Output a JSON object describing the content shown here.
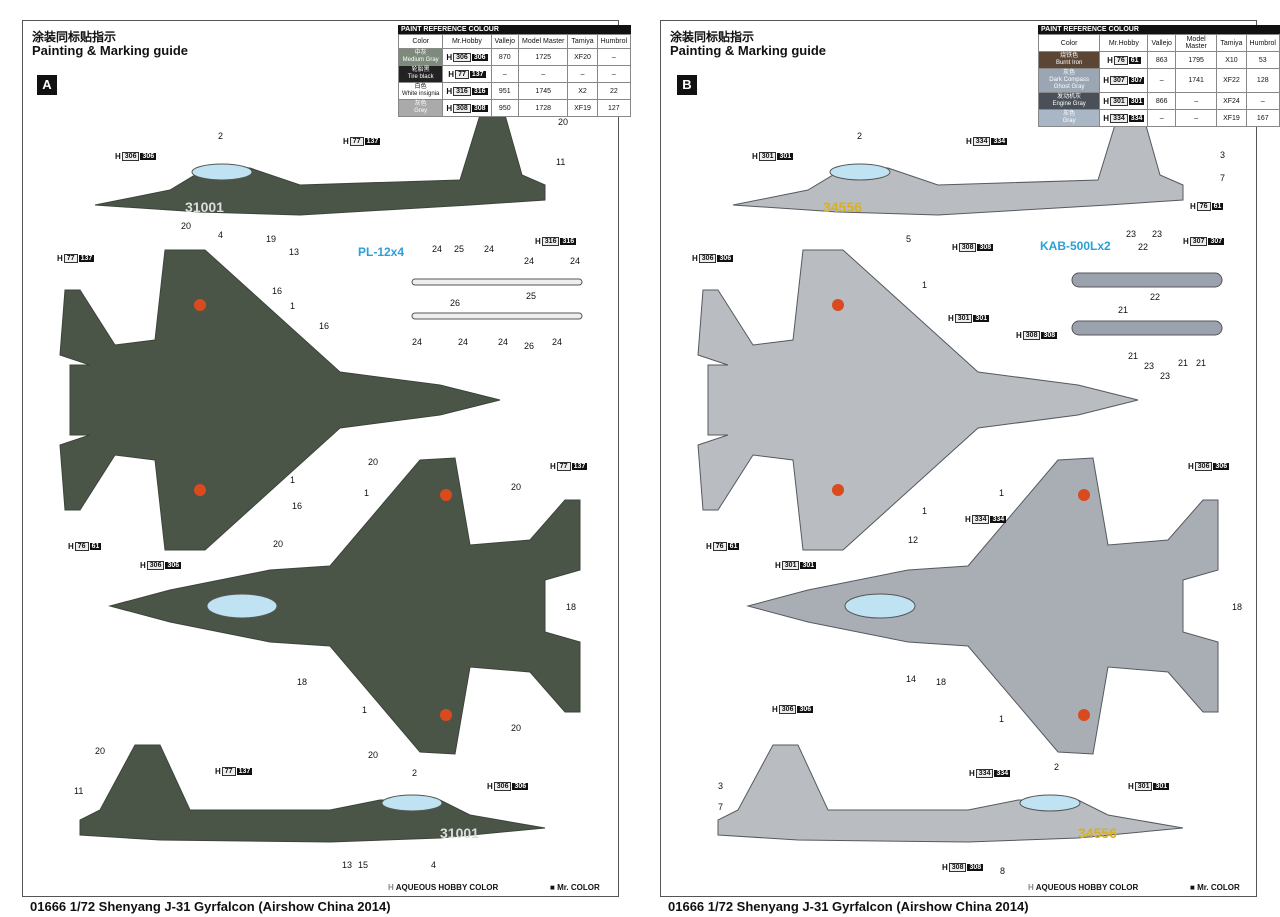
{
  "footer_title": "01666 1/72 Shenyang J-31 Gyrfalcon (Airshow China 2014)",
  "heading_cn": "涂装同标贴指示",
  "heading_en": "Painting & Marking guide",
  "legend": {
    "h_icon": "H",
    "aqueous": "AQUEOUS HOBBY COLOR",
    "mr_icon": "■",
    "mr": "Mr. COLOR"
  },
  "table_headers": [
    "Color",
    "Mr.Hobby",
    "Vallejo",
    "Model Master",
    "Tamiya",
    "Humbrol"
  ],
  "table_caption": "PAINT  REFERENCE COLOUR",
  "panels": [
    {
      "badge": "A",
      "weapon": "PL-12x4",
      "colors": {
        "body": "#4a5548",
        "belly": "#4a5548",
        "edge": "#3b4439"
      },
      "rows": [
        {
          "cn": "中灰",
          "name": "Medium Gray",
          "swatch": "#7d8a7c",
          "h": "306",
          "m": "306",
          "vallejo": "870",
          "mm": "1725",
          "tamiya": "XF20",
          "humbrol": "–"
        },
        {
          "cn": "轮胎黑",
          "name": "Tire black",
          "swatch": "#222222",
          "h": "77",
          "m": "137",
          "vallejo": "–",
          "mm": "–",
          "tamiya": "–",
          "humbrol": "–"
        },
        {
          "cn": "白色",
          "name": "White insignia",
          "swatch": "#ffffff",
          "h": "316",
          "m": "316",
          "vallejo": "951",
          "mm": "1745",
          "tamiya": "X2",
          "humbrol": "22"
        },
        {
          "cn": "灰色",
          "name": "Grey",
          "swatch": "#aaaaaa",
          "h": "308",
          "m": "308",
          "vallejo": "950",
          "mm": "1728",
          "tamiya": "XF19",
          "humbrol": "127"
        }
      ],
      "serial": "31001"
    },
    {
      "badge": "B",
      "weapon": "KAB-500Lx2",
      "colors": {
        "body": "#b9bcc0",
        "belly": "#a9aeb5",
        "edge": "#555a60"
      },
      "rows": [
        {
          "cn": "烧铁色",
          "name": "Burnt Iron",
          "swatch": "#5b4636",
          "h": "76",
          "m": "61",
          "vallejo": "863",
          "mm": "1795",
          "tamiya": "X10",
          "humbrol": "53"
        },
        {
          "cn": "灰色",
          "name": "Dark Compass Ghost Gray",
          "swatch": "#9aa6b4",
          "h": "307",
          "m": "307",
          "vallejo": "–",
          "mm": "1741",
          "tamiya": "XF22",
          "humbrol": "128"
        },
        {
          "cn": "发动机灰",
          "name": "Engine Gray",
          "swatch": "#4a5058",
          "h": "301",
          "m": "301",
          "vallejo": "866",
          "mm": "–",
          "tamiya": "XF24",
          "humbrol": "–"
        },
        {
          "cn": "灰色",
          "name": "Gray",
          "swatch": "#a9b6c5",
          "h": "334",
          "m": "334",
          "vallejo": "–",
          "mm": "–",
          "tamiya": "XF19",
          "humbrol": "167"
        }
      ],
      "serial": "34556"
    }
  ],
  "callouts_a": {
    "tags": [
      [
        "306",
        "306"
      ],
      [
        "77",
        "137"
      ],
      [
        "77",
        "137"
      ],
      [
        "76",
        "61"
      ],
      [
        "77",
        "137"
      ],
      [
        "306",
        "306"
      ],
      [
        "77",
        "137"
      ],
      [
        "306",
        "306"
      ],
      [
        "316",
        "316"
      ]
    ],
    "nums": [
      "2",
      "20",
      "11",
      "4",
      "19",
      "13",
      "20",
      "16",
      "1",
      "16",
      "1",
      "16",
      "20",
      "20",
      "1",
      "20",
      "18",
      "18",
      "1",
      "20",
      "20",
      "20",
      "11",
      "2",
      "13",
      "15",
      "4",
      "24",
      "25",
      "24",
      "24",
      "24",
      "26",
      "25",
      "24",
      "24",
      "24",
      "26",
      "24"
    ]
  },
  "callouts_b": {
    "tags": [
      [
        "301",
        "301"
      ],
      [
        "334",
        "334"
      ],
      [
        "76",
        "61"
      ],
      [
        "308",
        "308"
      ],
      [
        "306",
        "306"
      ],
      [
        "301",
        "301"
      ],
      [
        "308",
        "308"
      ],
      [
        "76",
        "61"
      ],
      [
        "306",
        "306"
      ],
      [
        "334",
        "334"
      ],
      [
        "301",
        "301"
      ],
      [
        "306",
        "306"
      ],
      [
        "334",
        "334"
      ],
      [
        "301",
        "301"
      ],
      [
        "308",
        "308"
      ],
      [
        "307",
        "307"
      ]
    ],
    "nums": [
      "2",
      "3",
      "7",
      "5",
      "1",
      "1",
      "1",
      "12",
      "18",
      "14",
      "18",
      "1",
      "3",
      "7",
      "2",
      "8",
      "23",
      "22",
      "23",
      "21",
      "22",
      "21",
      "21",
      "23",
      "23",
      "21"
    ]
  }
}
